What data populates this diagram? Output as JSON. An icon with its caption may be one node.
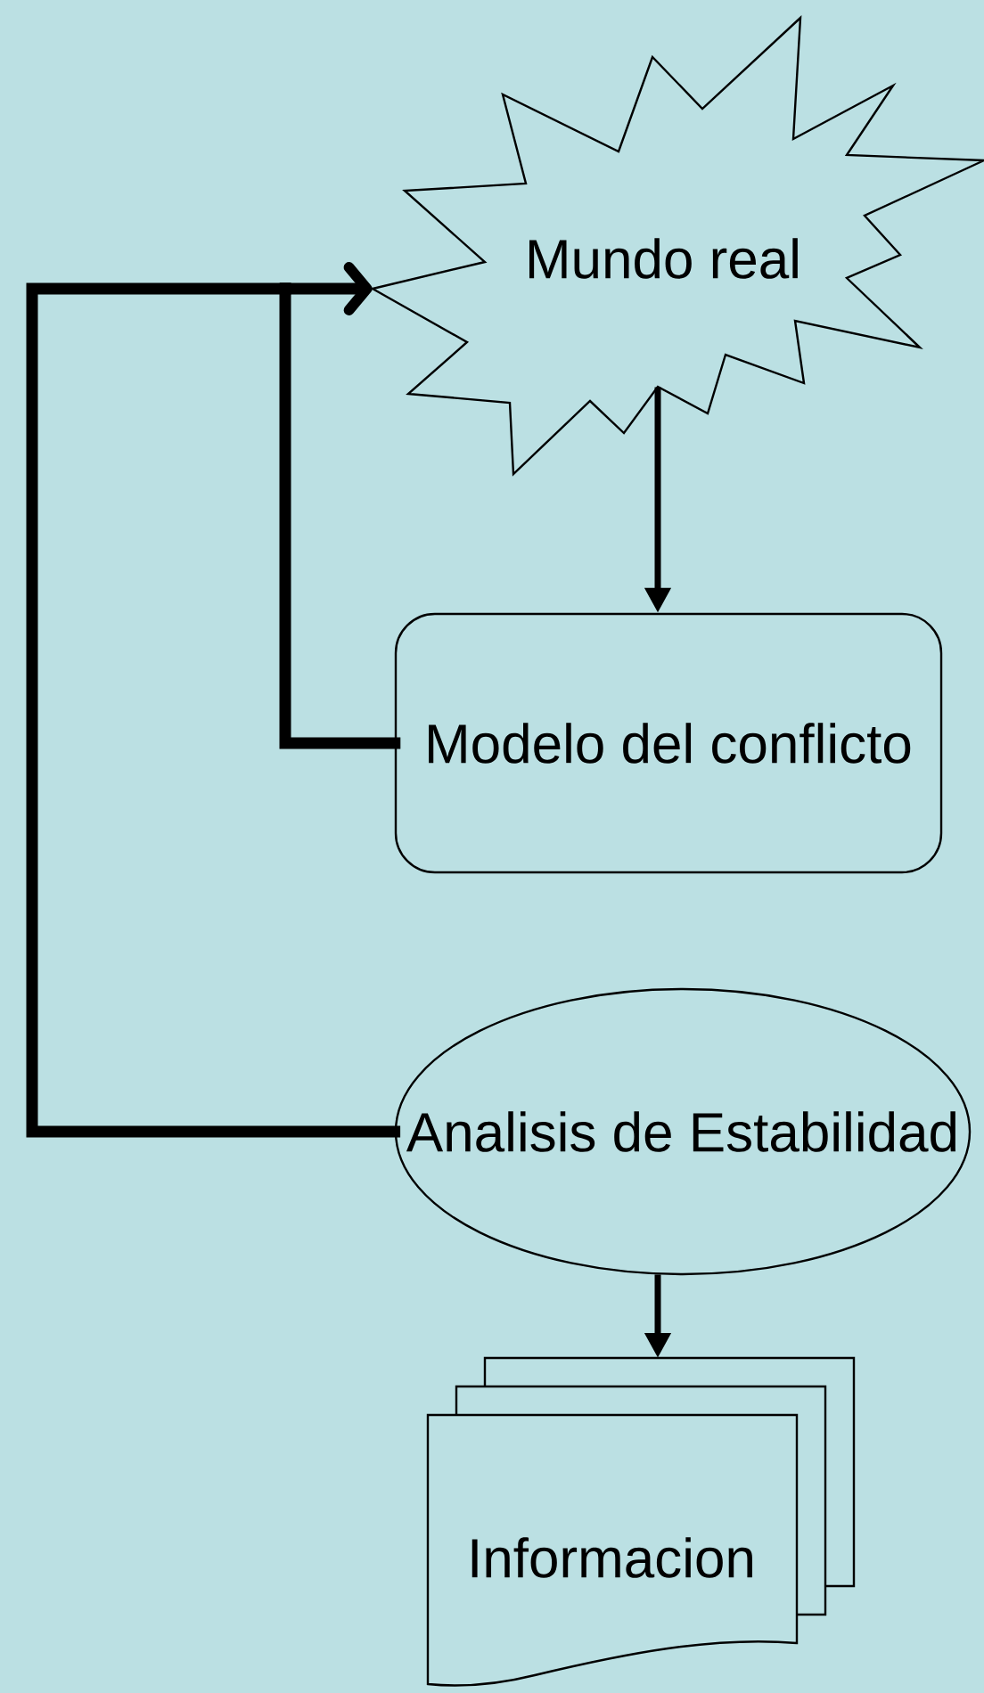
{
  "diagram": {
    "nodes": [
      {
        "text": [
          "Mundo real"
        ]
      },
      {
        "text": [
          "Modelo del conflicto"
        ]
      },
      {
        "text": [
          "Analisis de Estabilidad"
        ]
      },
      {
        "text": [
          "Informacion"
        ]
      }
    ],
    "edges": [
      {
        "from": 0,
        "to": 1,
        "arrow": "to"
      },
      {
        "from": 1,
        "to": 0,
        "arrow": "to",
        "style": "thick"
      },
      {
        "from": 2,
        "to": 0,
        "arrow": "to",
        "style": "thick"
      },
      {
        "from": 2,
        "to": 3,
        "arrow": "to"
      }
    ]
  }
}
